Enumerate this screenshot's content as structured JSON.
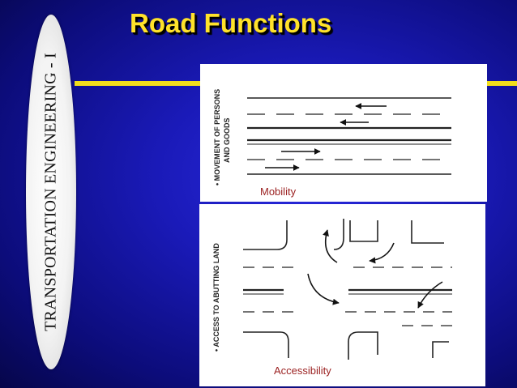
{
  "slide": {
    "title": "Road Functions",
    "side_title": "TRANSPORTATION ENGINEERING - I"
  },
  "mobility": {
    "vertical_label_line1": "• MOVEMENT OF PERSONS",
    "vertical_label_line2": "AND GOODS",
    "caption": "Mobility"
  },
  "accessibility": {
    "vertical_label": "• ACCESS TO ABUTTING LAND",
    "caption": "Accessibility"
  },
  "colors": {
    "background": "#1a1ab8",
    "title": "#ffe22a",
    "bar": "#f2de1c",
    "caption": "#9a1f1f"
  }
}
